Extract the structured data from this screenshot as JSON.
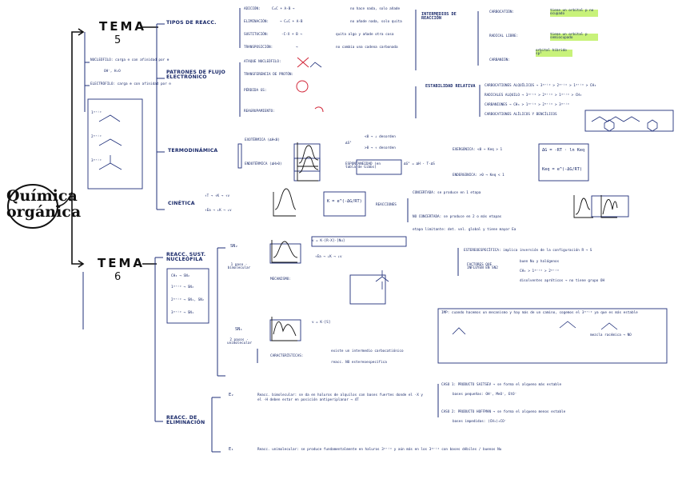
{
  "root": {
    "line1": "Química",
    "line2": "orgánica"
  },
  "tema5": {
    "label": "TEMA",
    "number": "5"
  },
  "tema6": {
    "label": "TEMA",
    "number": "6"
  },
  "t5_left": {
    "nucleofilo": "NUCLEÓFILO: carga ⊖ con afinidad por ⊕",
    "nucleofilo_ex": "OH⁻, H₂O",
    "electrofilo": "ELECTRÓFILO: carga ⊕ con afinidad por ⊖",
    "deg": [
      "1ᵃʳⁱᵒ",
      "2ᵃʳⁱᵒ",
      "3ᵃʳⁱᵒ"
    ]
  },
  "tipos": {
    "title": "TIPOS DE REACC.",
    "items": [
      {
        "name": "ADICIÓN:",
        "eq": "C=C + A-B →",
        "note": "no hace nada, solo añade"
      },
      {
        "name": "ELIMINACIÓN:",
        "eq": "→ C=C + A-B",
        "note": "no añade nada, solo quita"
      },
      {
        "name": "SUSTITUCIÓN:",
        "eq": "-C-X + B →",
        "note": "quita algo y añade otra cosa"
      },
      {
        "name": "TRANSPOSICIÓN:",
        "eq": "→",
        "note": "no cambia una cadena carbonada"
      }
    ]
  },
  "patrones": {
    "title": "PATRONES DE FLUJO ELECTRÓNICO",
    "items": [
      "ATAQUE NUCLEÓFILO:",
      "TRANSFERENCIA DE PROTÓN:",
      "PÉRDIDA GS:",
      "REAGRUPAMIENTO:"
    ]
  },
  "intermedios": {
    "title": "INTERMEDIOS DE REACCIÓN",
    "items": [
      {
        "name": "CARBOCATIÓN:",
        "note": "tiene un orbital p no ocupado"
      },
      {
        "name": "RADICAL LIBRE:",
        "note": "tiene un orbital p semiocupado"
      },
      {
        "name": "CARBANIÓN:",
        "note": "orbital híbrido sp³"
      }
    ]
  },
  "estabilidad": {
    "title": "ESTABILIDAD RELATIVA",
    "items": [
      "CARBOCATIONES ALQUÍLICOS → 3ᵃʳⁱᵒ > 2ᵃʳⁱᵒ > 1ᵃʳⁱᵒ > CH₃",
      "RADICALES ALQUILO → 3ᵃʳⁱᵒ > 2ᵃʳⁱᵒ > 1ᵃʳⁱᵒ > CH₃",
      "CARBANIONES → CH₃ > 1ᵃʳⁱᵒ > 2ᵃʳⁱᵒ > 3ᵃʳⁱᵒ",
      "CARBOCATIONES ALÍLICOS Y BENCÍLICOS"
    ]
  },
  "termo": {
    "title": "TERMODINÁMICA",
    "exo": "EXOTÉRMICA (ΔH<0)",
    "endo": "ENDOTÉRMICA (ΔH>0)",
    "espont": "ESPONTANEIDAD (en tabla de Gibbs)",
    "ds_pos": "<0 → ↓ desorden",
    "ds_neg": ">0 → ↑ desorden",
    "ds": "ΔS°",
    "gibbs": "ΔG° = ΔH - T·ΔS",
    "exer": "EXERGÓNICA: <0 → Keq > 1",
    "ender": "ENDERGÓNICA: >0 → Keq < 1",
    "formula1": "ΔG = -RT · ln Keq",
    "formula2": "Keq = e^(-ΔG/RT)"
  },
  "cinetica": {
    "title": "CINÉTICA",
    "l1": "↑T → ↑K → ↑v",
    "l2": "↑Ea → ↓K → ↓v",
    "formula": "K = e^(-ΔG/RT)",
    "reacciones": "REACCIONES",
    "concertada": "CONCERTADA: se produce en 1 etapa",
    "no_concertada": "NO CONCERTADA: se produce en 2 o más etapas",
    "limitante": "etapa limitante: det. vel. global y tiene mayor Ea"
  },
  "sust": {
    "title": "REACC. SUST. NUCLEÓFILA",
    "list": [
      "CH₃ → SN₂",
      "1ᵃʳⁱᵒ → SN₂",
      "2ᵃʳⁱᵒ → SN₁, SN₂",
      "3ᵃʳⁱᵒ → SN₁"
    ],
    "sn2": "SN₂",
    "sn2_sub": "1 paso · bimolecular",
    "sn2_rate": "v = K·[R-X]·[Nu]",
    "sn2_effect": "↑Ea → ↓K → ↓v",
    "mecanismo": "MECANISMO:",
    "estereo": "ESTEREOESPECÍFICA: implica inversión de la configuración R → S",
    "factores": "FACTORES QUE INFLUYEN EN SN2",
    "f1": "buen Nu y halógenos",
    "f2": "CH₃ > 1ᵃʳⁱᵒ > 2ᵃʳⁱᵒ",
    "f3": "disolventes apróticos → no tiene grupo OH",
    "sn1": "SN₁",
    "sn1_sub": "2 pasos · unimolecular",
    "sn1_rate": "v = K·[S]",
    "caract": "CARACTERÍSTICAS:",
    "c1": "existe un intermedio carbocatiónico",
    "c2": "reacc. NO estereoespecífica",
    "imp": "IMP: cuando hacemos un mecanismo y hay más de un camino, cogemos el 3ᵃʳⁱᵒ ya que es más estable",
    "racemica": "mezcla racémica → NO"
  },
  "elim": {
    "title": "REACC. DE ELIMINACIÓN",
    "e2": "E₂",
    "e2_text": "Reacc. bimolecular: se da en haluros de alquilos con bases fuertes donde el -X y el -H deben estar en posición antiperiplanar → 4T",
    "saitsev": "CASO 1: PRODUCTO SAITSEV → se forma el alqueno más estable",
    "saitsev_b": "bases pequeñas: OH⁻, MeO⁻, EtO⁻",
    "hoffman": "CASO 2: PRODUCTO HOFFMAN → se forma el alqueno menos estable",
    "hoffman_b": "bases impedidas: (CH₃)₃CO⁻",
    "e1": "E₁",
    "e1_text": "Reacc. unimolecular: se produce fundamentalmente en haluros 3ᵃʳⁱᵒ y aún más en los 3ᵃʳⁱᵒ con bases débiles / buenos Nu"
  }
}
